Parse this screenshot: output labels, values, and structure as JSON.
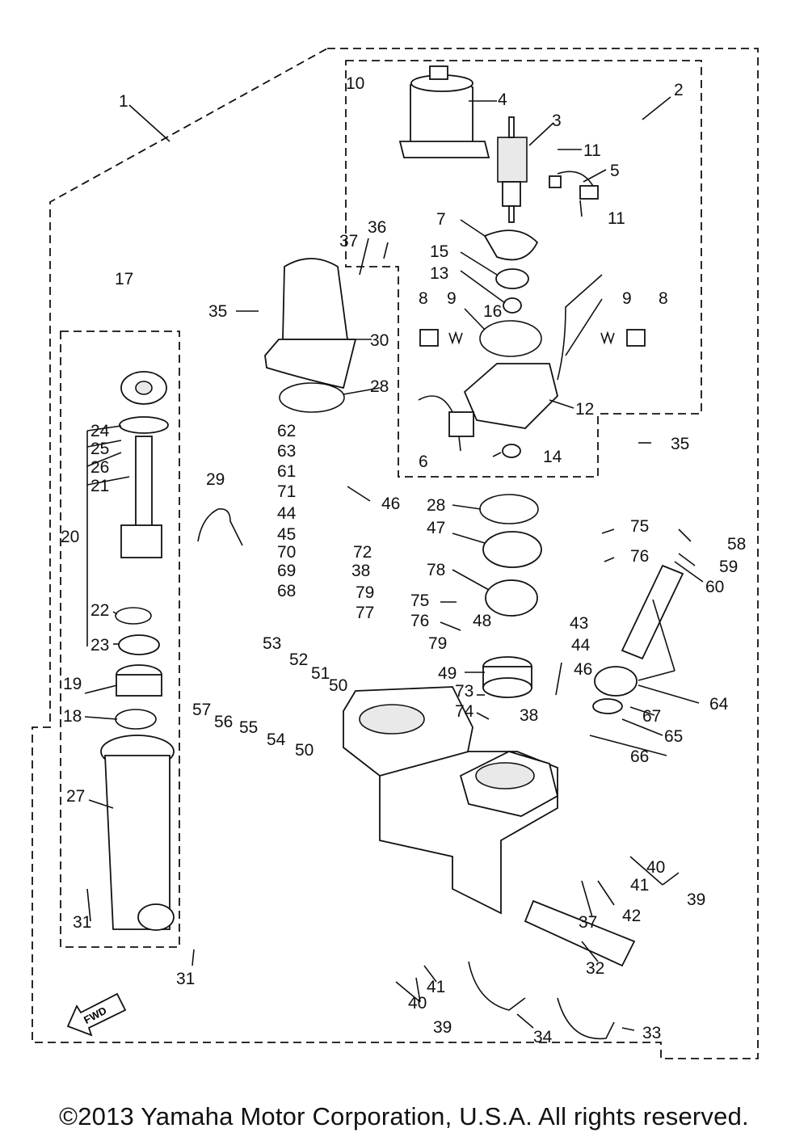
{
  "diagram": {
    "callouts": {
      "c1": "1",
      "c2": "2",
      "c3": "3",
      "c4": "4",
      "c5": "5",
      "c6": "6",
      "c7": "7",
      "c8a": "8",
      "c8b": "8",
      "c9a": "9",
      "c9b": "9",
      "c10": "10",
      "c11a": "11",
      "c11b": "11",
      "c12": "12",
      "c13": "13",
      "c14": "14",
      "c15": "15",
      "c16": "16",
      "c17": "17",
      "c18": "18",
      "c19": "19",
      "c20": "20",
      "c21": "21",
      "c22": "22",
      "c23": "23",
      "c24": "24",
      "c25": "25",
      "c26": "26",
      "c27": "27",
      "c28a": "28",
      "c28b": "28",
      "c29": "29",
      "c30": "30",
      "c31a": "31",
      "c31b": "31",
      "c32": "32",
      "c33": "33",
      "c34": "34",
      "c35a": "35",
      "c35b": "35",
      "c36": "36",
      "c37a": "37",
      "c37b": "37",
      "c38a": "38",
      "c38b": "38",
      "c39a": "39",
      "c39b": "39",
      "c40a": "40",
      "c40b": "40",
      "c41a": "41",
      "c41b": "41",
      "c42": "42",
      "c43": "43",
      "c44a": "44",
      "c44b": "44",
      "c45": "45",
      "c46a": "46",
      "c46b": "46",
      "c47": "47",
      "c48": "48",
      "c49": "49",
      "c50a": "50",
      "c50b": "50",
      "c51": "51",
      "c52": "52",
      "c53": "53",
      "c54": "54",
      "c55": "55",
      "c56": "56",
      "c57": "57",
      "c58": "58",
      "c59": "59",
      "c60": "60",
      "c61": "61",
      "c62": "62",
      "c63": "63",
      "c64": "64",
      "c65": "65",
      "c66": "66",
      "c67": "67",
      "c68": "68",
      "c69": "69",
      "c70": "70",
      "c71": "71",
      "c72": "72",
      "c73": "73",
      "c74": "74",
      "c75a": "75",
      "c75b": "75",
      "c76a": "76",
      "c76b": "76",
      "c77": "77",
      "c78": "78",
      "c79a": "79",
      "c79b": "79"
    },
    "fwd_label": "FWD"
  },
  "footer": {
    "copyright": "©2013 Yamaha Motor Corporation, U.S.A. All rights reserved."
  }
}
